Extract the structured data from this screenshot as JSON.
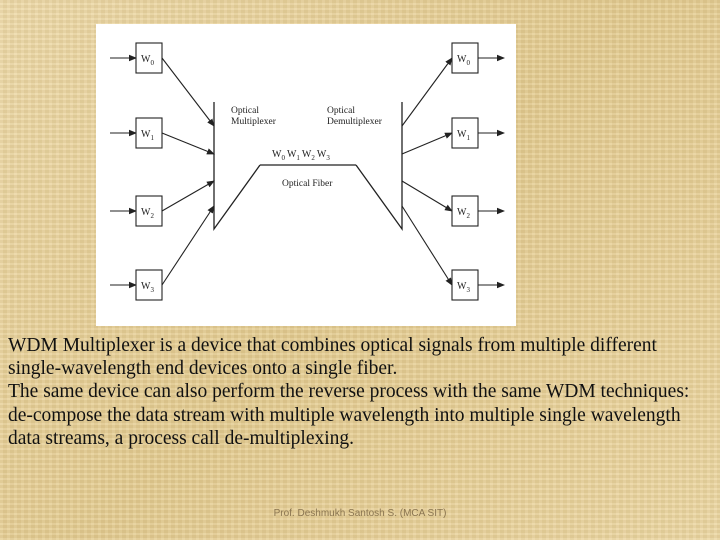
{
  "diagram": {
    "inputs": [
      {
        "base": "W",
        "sub": "0"
      },
      {
        "base": "W",
        "sub": "1"
      },
      {
        "base": "W",
        "sub": "2"
      },
      {
        "base": "W",
        "sub": "3"
      }
    ],
    "outputs": [
      {
        "base": "W",
        "sub": "0"
      },
      {
        "base": "W",
        "sub": "1"
      },
      {
        "base": "W",
        "sub": "2"
      },
      {
        "base": "W",
        "sub": "3"
      }
    ],
    "mux_label": [
      "Optical",
      "Multiplexer"
    ],
    "demux_label": [
      "Optical",
      "Demultiplexer"
    ],
    "fiber_label": "Optical Fiber",
    "fiber_signal": [
      {
        "base": "W",
        "sub": "0"
      },
      {
        "base": "W",
        "sub": "1"
      },
      {
        "base": "W",
        "sub": "2"
      },
      {
        "base": "W",
        "sub": "3"
      }
    ]
  },
  "body_text": [
    "WDM Multiplexer is a device that combines optical signals from multiple different single-wavelength end devices onto a single fiber.",
    "The same device can also perform the reverse process with the same WDM techniques: de-compose the data stream with multiple wavelength into multiple single wavelength data streams, a process call de-multiplexing."
  ],
  "footer": "Prof. Deshmukh Santosh S. (MCA SIT)"
}
